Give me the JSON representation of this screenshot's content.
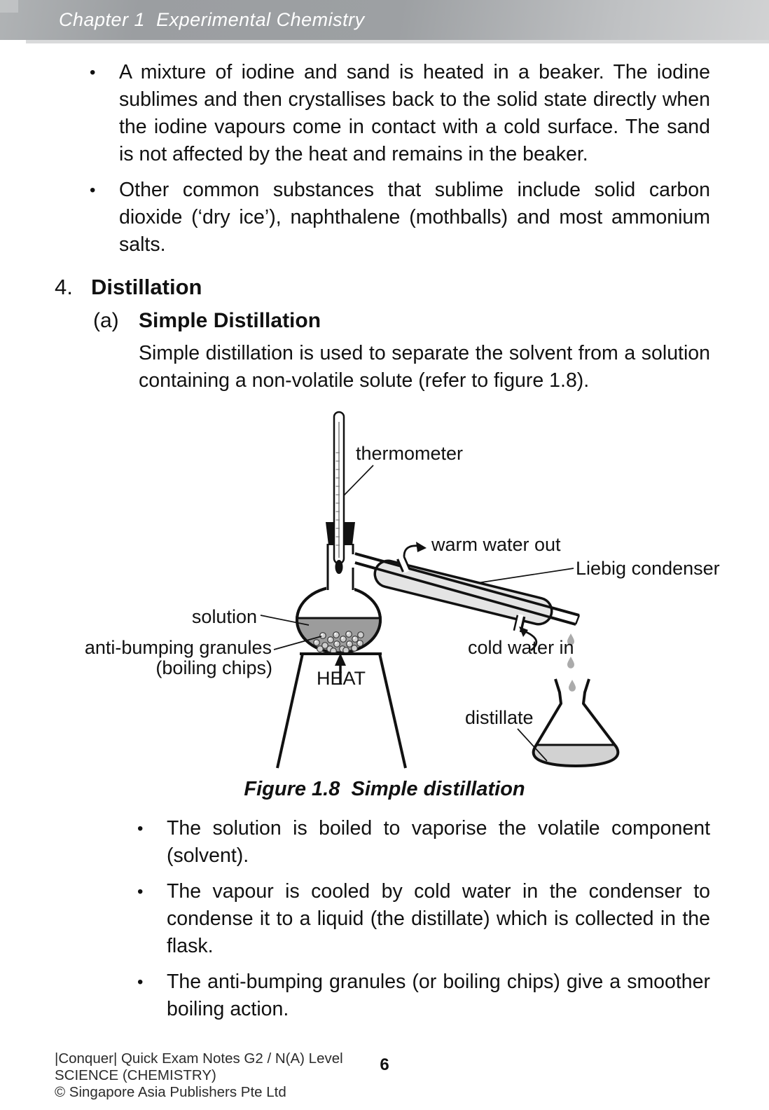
{
  "header": {
    "title": "Chapter 1  Experimental Chemistry"
  },
  "glyphs": {
    "bullet": "•"
  },
  "bullets_top": [
    {
      "text": "A mixture of iodine and sand is heated in a beaker. The iodine sublimes and then crystallises back to the solid state directly when the iodine vapours come in contact with a cold surface. The sand is not affected by the heat and remains in the beaker."
    },
    {
      "text": "Other common substances that sublime include solid carbon dioxide (‘dry ice’), naphthalene (mothballs) and most ammonium salts."
    }
  ],
  "section": {
    "number": "4.",
    "title": "Distillation",
    "sub_label": "(a)",
    "sub_title": "Simple Distillation",
    "intro": "Simple distillation is used to separate the solvent from a solution containing a non-volatile solute (refer to figure 1.8)."
  },
  "figure": {
    "caption": "Figure 1.8  Simple distillation",
    "labels": {
      "thermometer": "thermometer",
      "warm_water_out": "warm water out",
      "liebig_condenser": "Liebig condenser",
      "solution": "solution",
      "anti_bumping_1": "anti-bumping granules",
      "anti_bumping_2": "(boiling chips)",
      "heat": "HEAT",
      "cold_water_in": "cold water in",
      "distillate": "distillate"
    },
    "colors": {
      "solution": "#9c9c9c",
      "jacket": "#e4e4e4",
      "distillate": "#d2d2d2",
      "droplet": "#ababab",
      "granule": "#cfcfcf",
      "outline": "#111111"
    }
  },
  "bullets_bottom": [
    {
      "text": "The solution is boiled to vaporise the volatile component (solvent)."
    },
    {
      "text": "The vapour is cooled by cold water in the condenser to condense it to a liquid (the distillate) which is collected in the flask."
    },
    {
      "text": "The anti-bumping granules (or boiling chips) give a smoother boiling action."
    }
  ],
  "footer": {
    "line1": "|Conquer| Quick Exam Notes G2 / N(A) Level",
    "line2": "SCIENCE (CHEMISTRY)",
    "line3": "© Singapore Asia Publishers Pte Ltd",
    "page_number": "6"
  }
}
